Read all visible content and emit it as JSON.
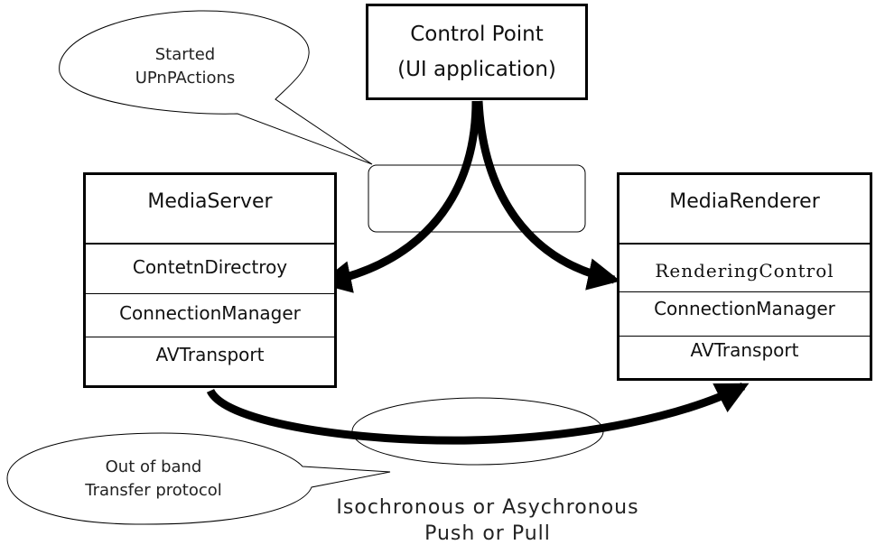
{
  "control_point": {
    "line1": "Control Point",
    "line2": "(UI application)"
  },
  "media_server": {
    "title": "MediaServer",
    "services": [
      "ContetnDirectroy",
      "ConnectionManager",
      "AVTransport"
    ]
  },
  "media_renderer": {
    "title": "MediaRenderer",
    "services": [
      "RenderingControl",
      "ConnectionManager",
      "AVTransport"
    ]
  },
  "callouts": {
    "upnp_actions": {
      "line1": "Started",
      "line2": "UPnPActions"
    },
    "transfer": {
      "line1": "Out of band",
      "line2": "Transfer protocol"
    }
  },
  "transfer_mode": {
    "line1": "Isochronous or Asychronous",
    "line2": "Push or Pull"
  },
  "colors": {
    "stroke": "#000000",
    "background": "#ffffff"
  }
}
